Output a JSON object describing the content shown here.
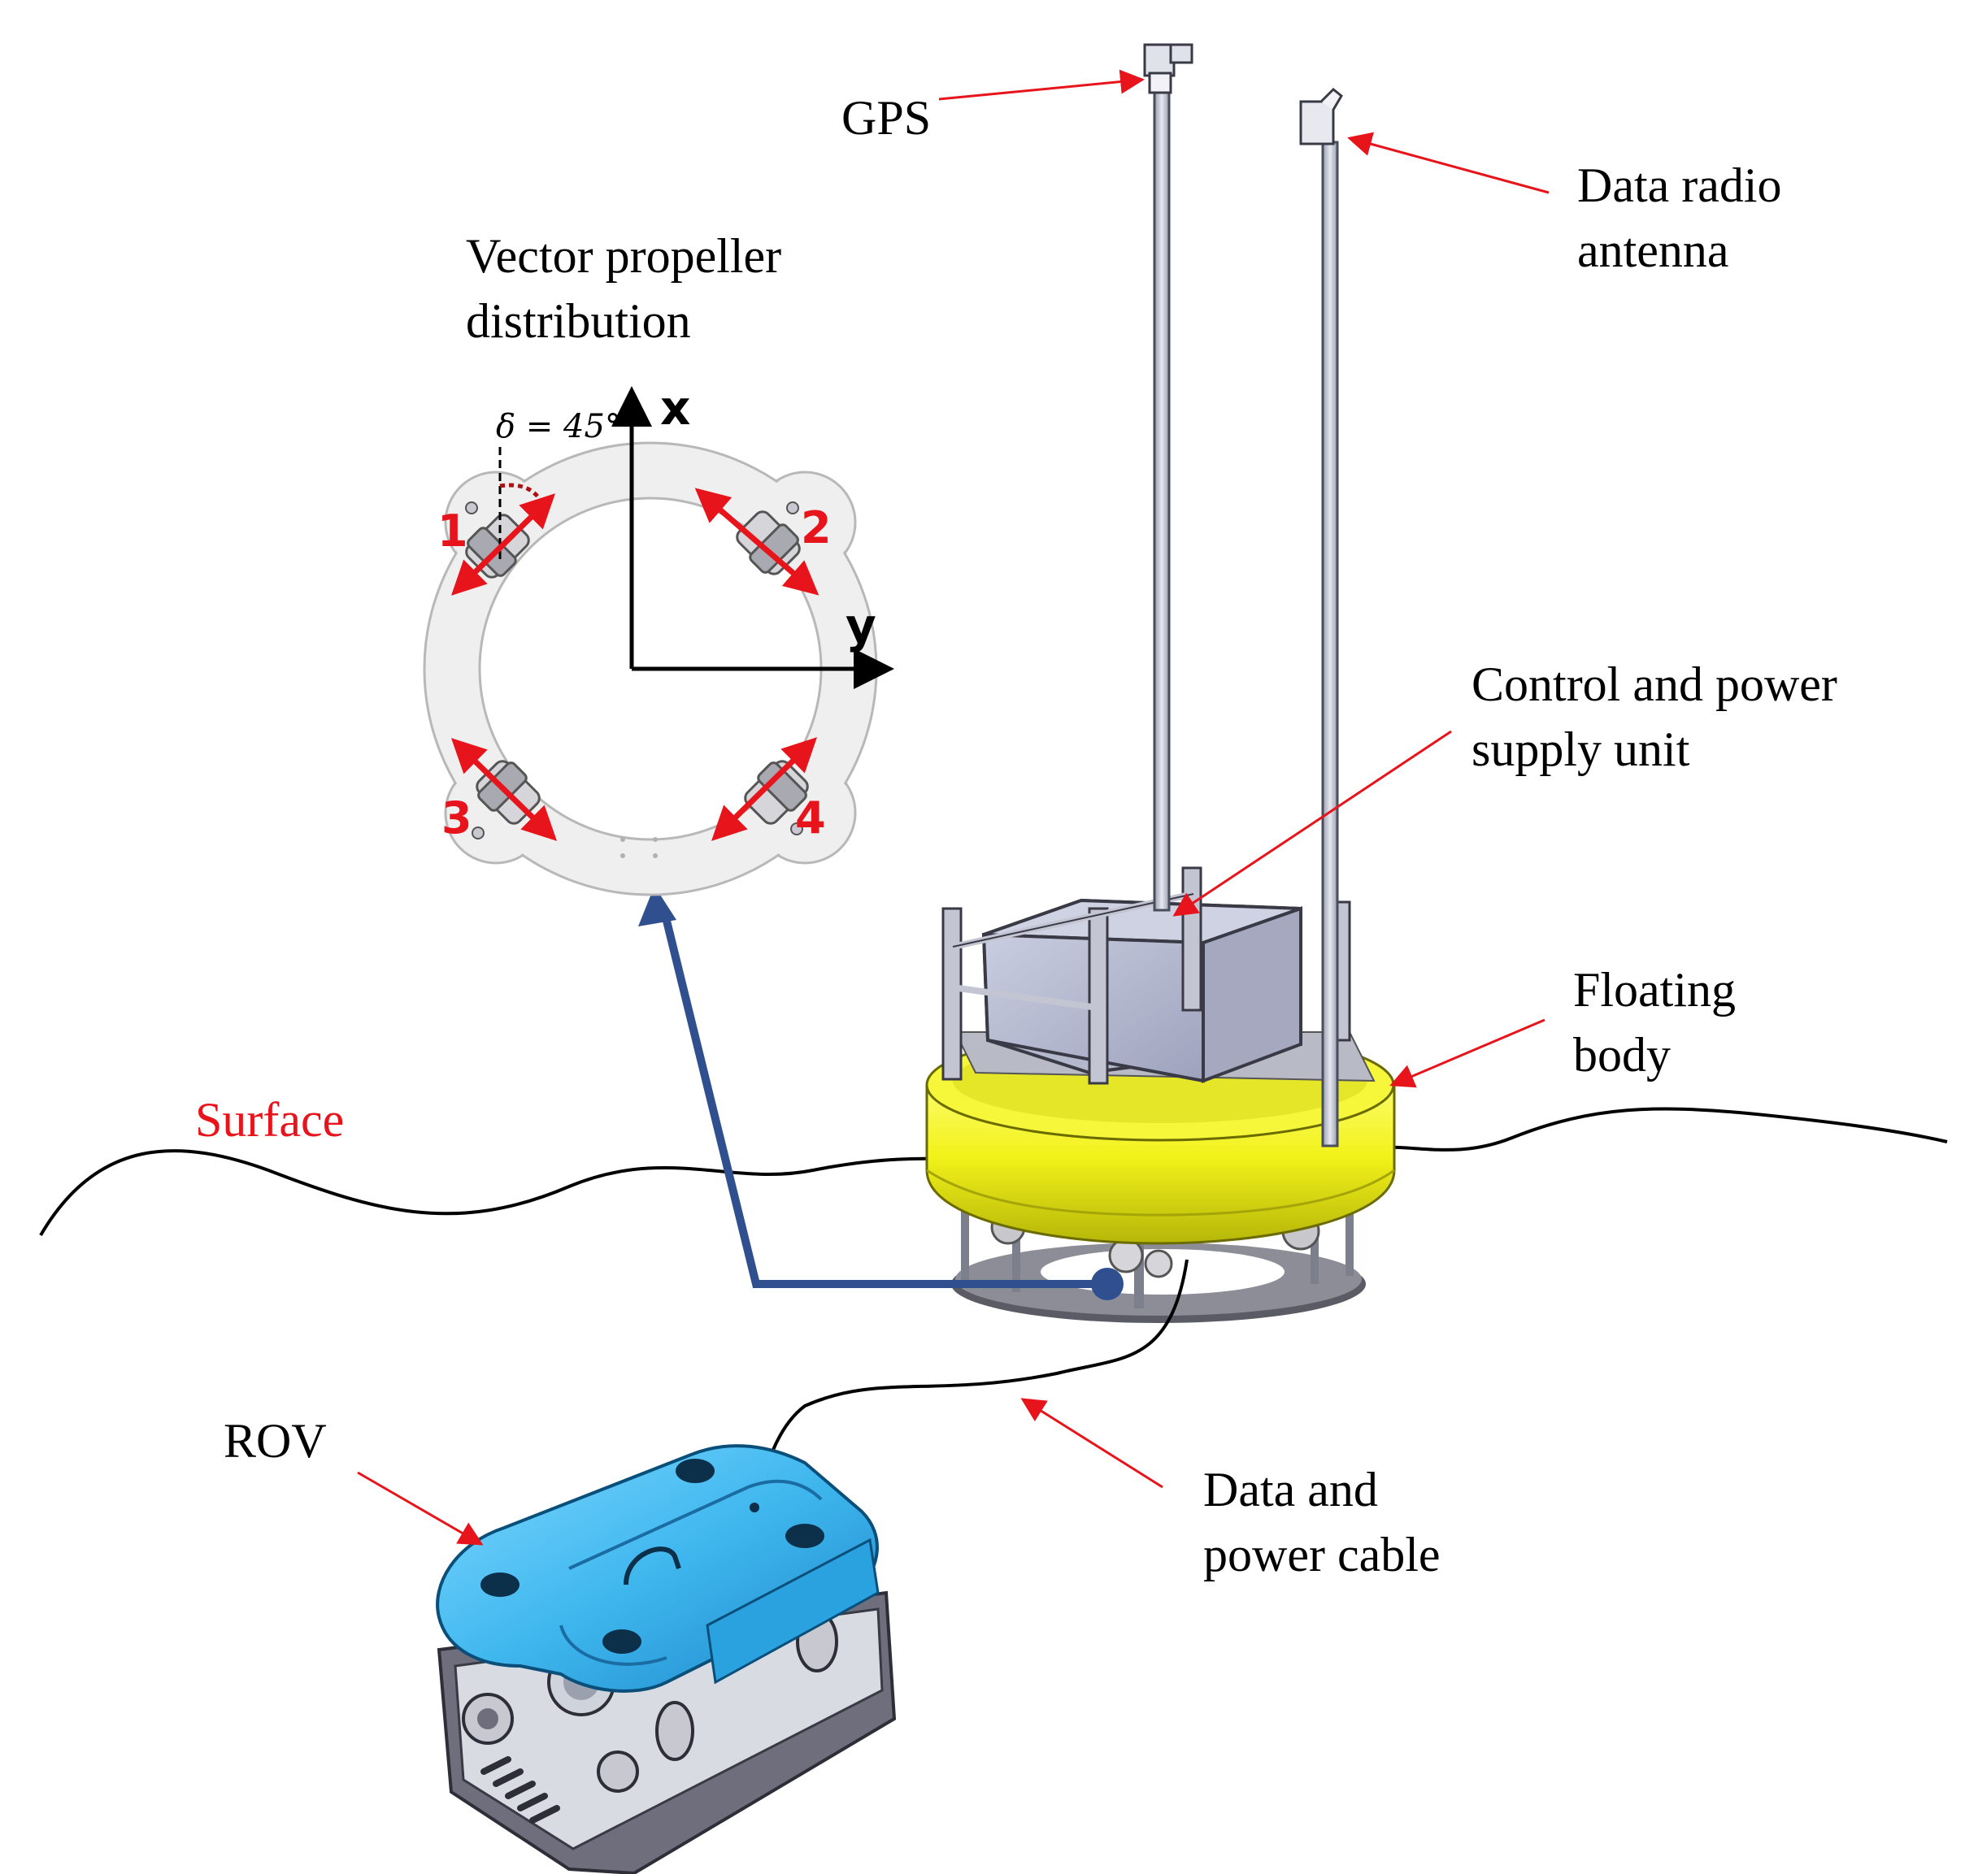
{
  "labels": {
    "gps": "GPS",
    "data_radio_line1": "Data radio",
    "data_radio_line2": "antenna",
    "vector_line1": "Vector propeller",
    "vector_line2": "distribution",
    "control_line1": "Control and power",
    "control_line2": "supply unit",
    "floating_line1": "Floating",
    "floating_line2": "body",
    "surface": "Surface",
    "rov": "ROV",
    "cable_line1": "Data and",
    "cable_line2": "power cable"
  },
  "propeller_diagram": {
    "axis_x": "x",
    "axis_y": "y",
    "angle": "δ = 45°",
    "thrusters": [
      "1",
      "2",
      "3",
      "4"
    ]
  },
  "colors": {
    "pointer": "#e8141b",
    "link": "#2f4f8f",
    "float_body": "#f2f21a",
    "rov_shell": "#3fb7ee",
    "ring": "#efefef"
  }
}
